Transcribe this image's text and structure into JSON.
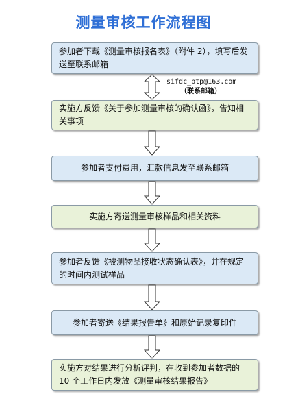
{
  "title": "测量审核工作流程图",
  "steps": [
    {
      "text": "参加者下载《测量审核报名表》（附件 2），填写后发送至联系邮箱"
    },
    {
      "text": "实施方反馈《关于参加测量审核的确认函》，告知相关事项"
    },
    {
      "text": "参加者支付费用，汇款信息发至联系邮箱"
    },
    {
      "text": "实施方寄送测量审核样品和相关资料"
    },
    {
      "text": "参加者反馈《被测物品接收状态确认表》，并在规定的时间内测试样品"
    },
    {
      "text": "参加者寄送《结果报告单》和原始记录复印件"
    },
    {
      "text": "实施方对结果进行分析评判，在收到参加者数据的 10 个工作日内发放《测量审核结果报告》"
    }
  ],
  "contact": {
    "email": "sifdc_ptp@163.com",
    "label": "（联系邮箱）"
  },
  "colors": {
    "title": "#2f6fd6",
    "box_blue": "#dbe9f6",
    "box_green": "#e9f2d9",
    "border": "#8a9aa6"
  }
}
